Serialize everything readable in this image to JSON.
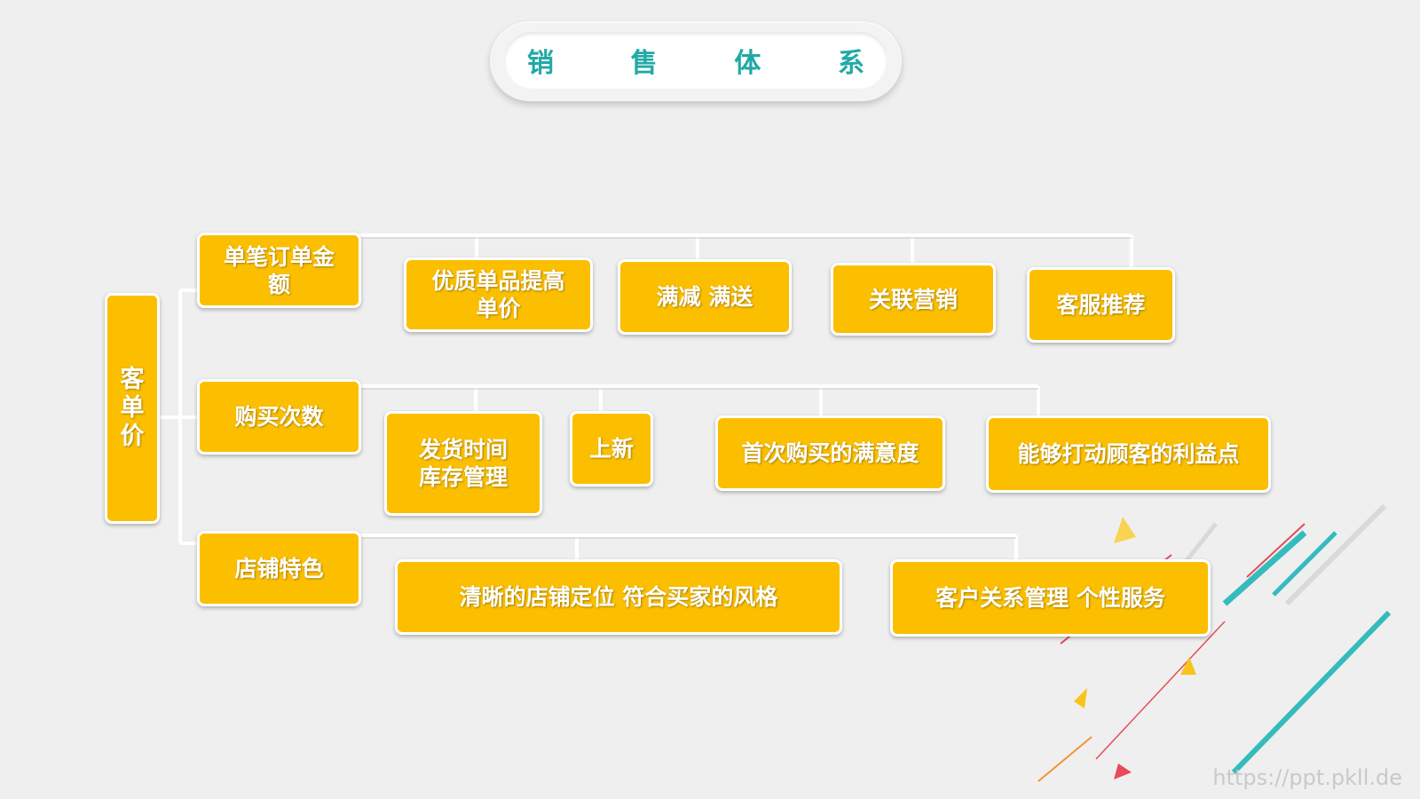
{
  "title": [
    "销",
    "售",
    "体",
    "系"
  ],
  "root": "客\n单\n价",
  "branches": [
    {
      "label": "单笔订单金\n额",
      "children": [
        "优质单品提高\n单价",
        "满减    满送",
        "关联营销",
        "客服推荐"
      ]
    },
    {
      "label": "购买次数",
      "children": [
        "发货时间\n库存管理",
        "上新",
        "首次购买的满意度",
        "能够打动顾客的利益点"
      ]
    },
    {
      "label": "店铺特色",
      "children": [
        "清晰的店铺定位  符合买家的风格",
        "客户关系管理  个性服务"
      ]
    }
  ],
  "watermark": "https://ppt.pkll.de",
  "colors": {
    "node": "#fbbf00",
    "title": "#21a9a6",
    "line": "#ffffff",
    "teal": "#21b6b6",
    "red": "#e8394a"
  }
}
